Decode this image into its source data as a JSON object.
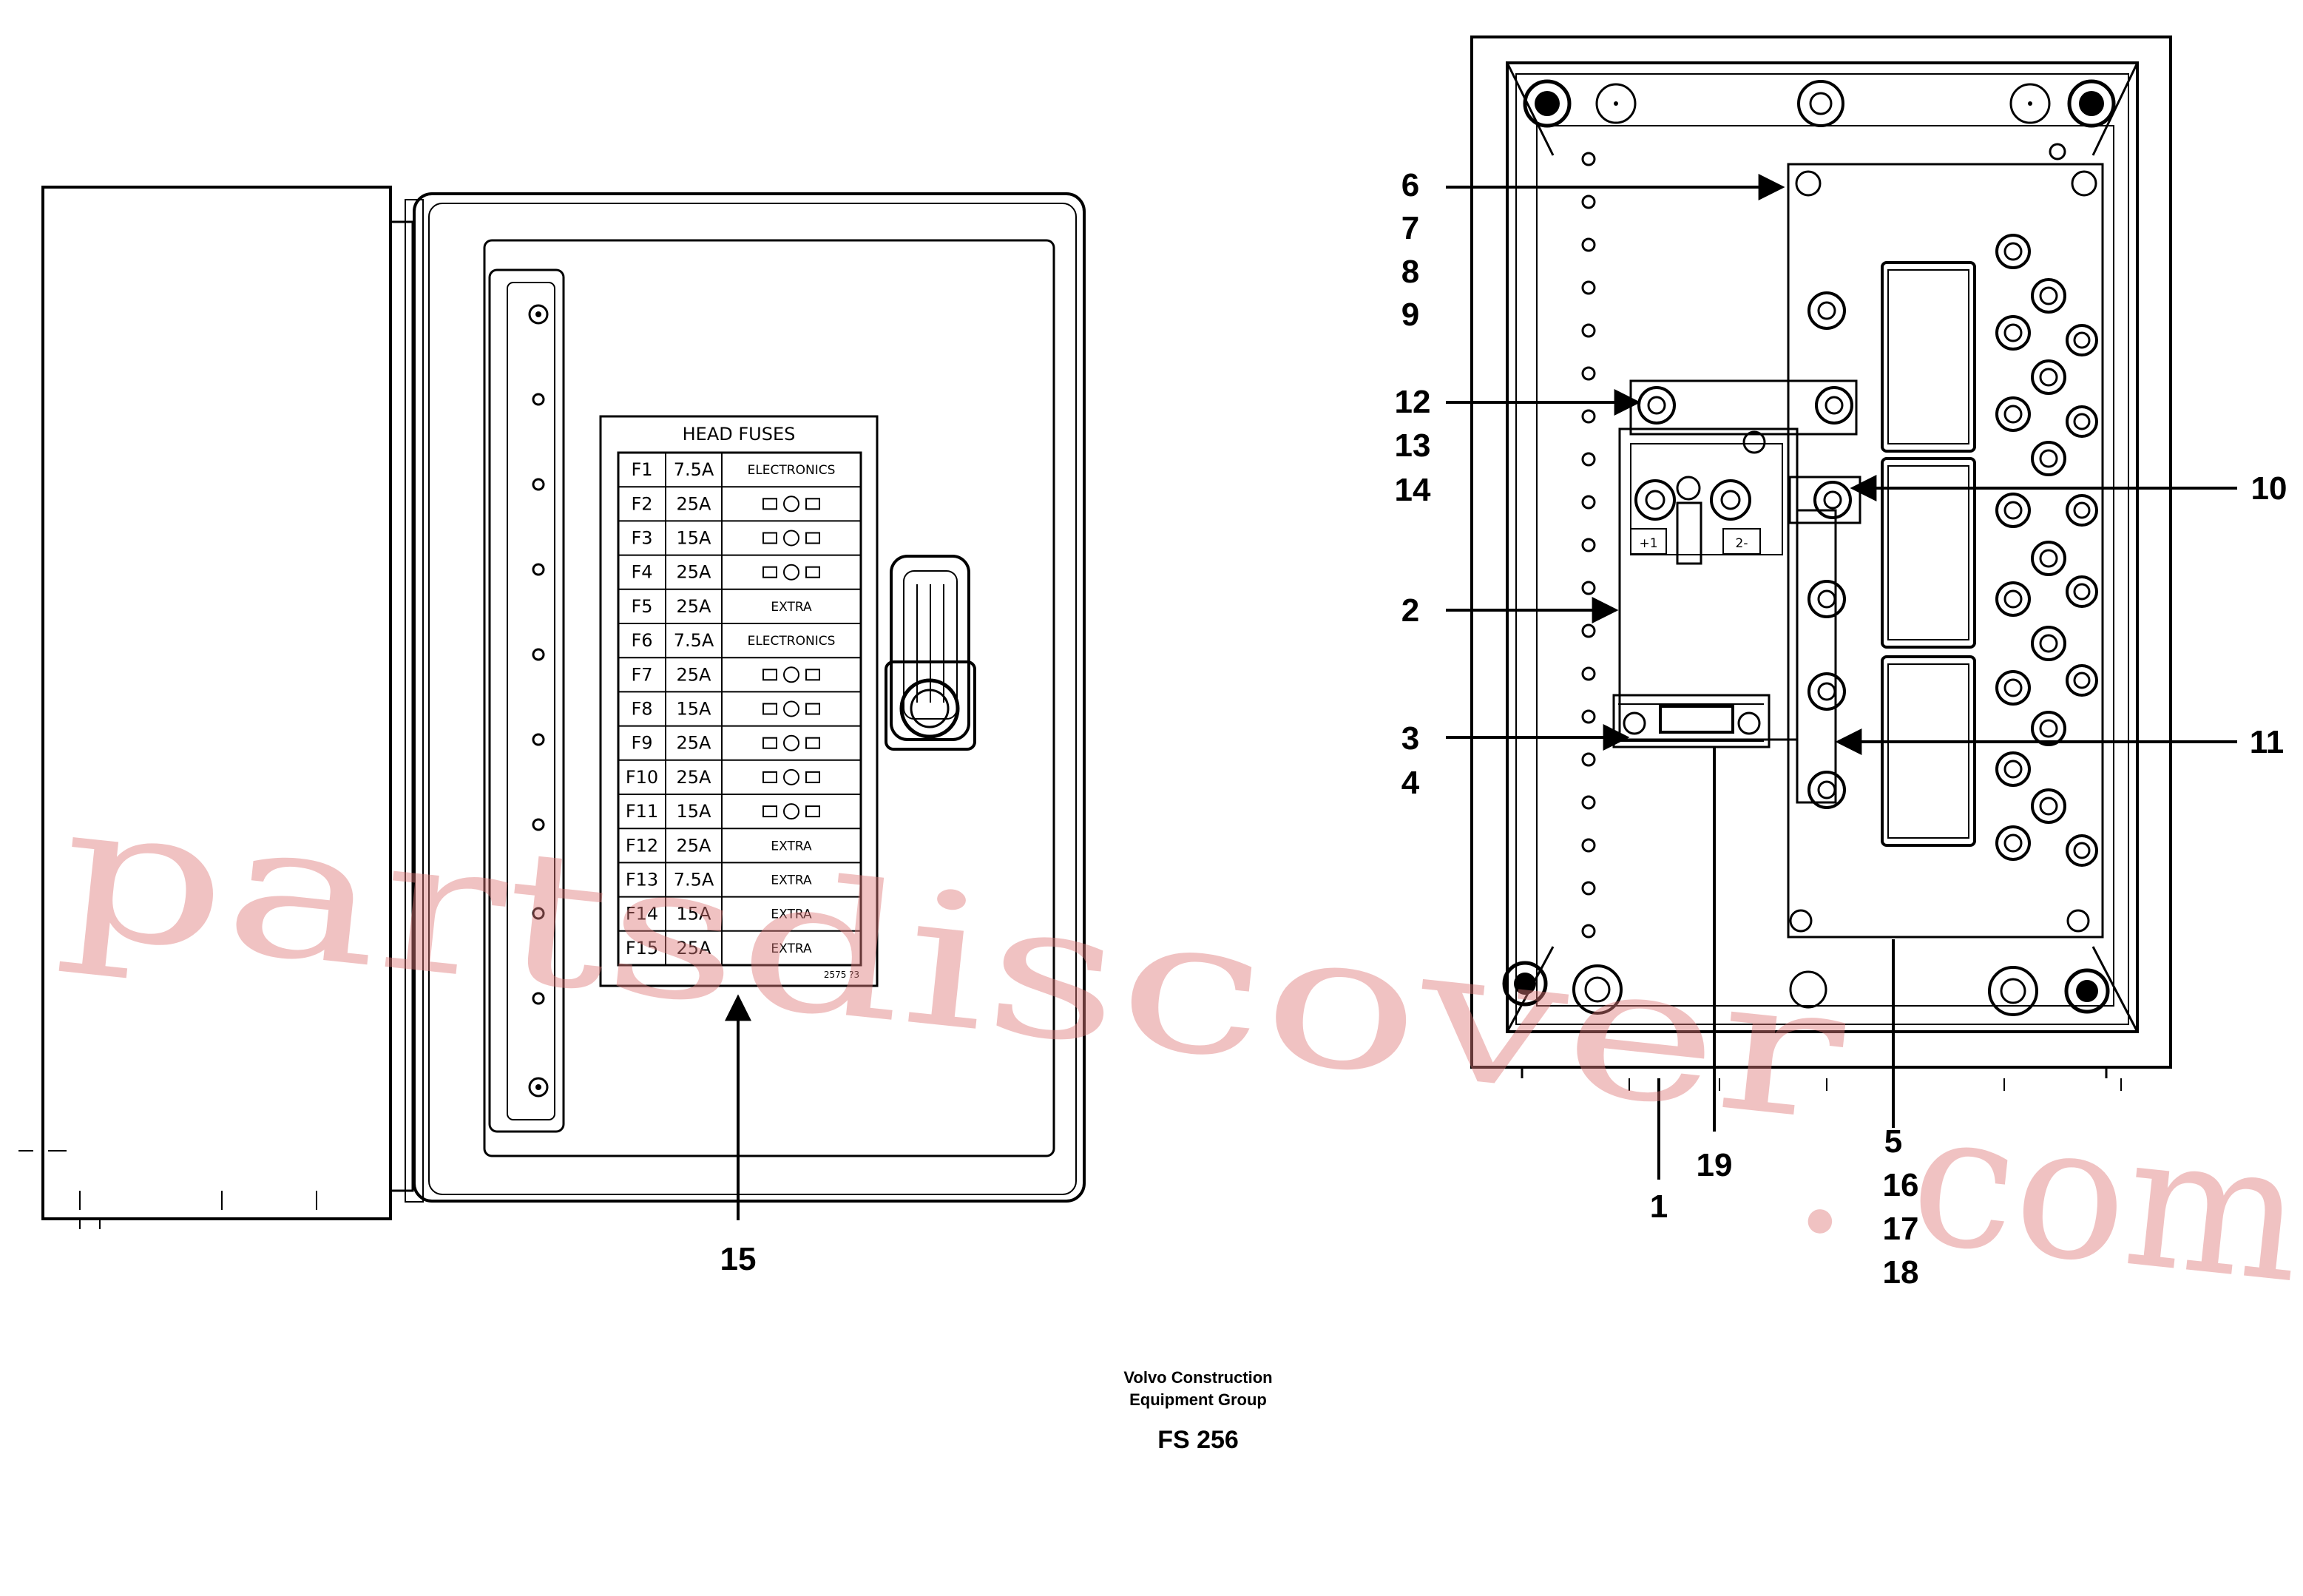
{
  "fuse_label": {
    "title": "HEAD FUSES",
    "code": "2575 ?3",
    "rows": [
      {
        "fuse": "F1",
        "amp": "7.5A",
        "desc": "ELECTRONICS"
      },
      {
        "fuse": "F2",
        "amp": "25A",
        "desc": ""
      },
      {
        "fuse": "F3",
        "amp": "15A",
        "desc": ""
      },
      {
        "fuse": "F4",
        "amp": "25A",
        "desc": ""
      },
      {
        "fuse": "F5",
        "amp": "25A",
        "desc": "EXTRA"
      },
      {
        "fuse": "F6",
        "amp": "7.5A",
        "desc": "ELECTRONICS"
      },
      {
        "fuse": "F7",
        "amp": "25A",
        "desc": ""
      },
      {
        "fuse": "F8",
        "amp": "15A",
        "desc": ""
      },
      {
        "fuse": "F9",
        "amp": "25A",
        "desc": ""
      },
      {
        "fuse": "F10",
        "amp": "25A",
        "desc": ""
      },
      {
        "fuse": "F11",
        "amp": "15A",
        "desc": ""
      },
      {
        "fuse": "F12",
        "amp": "25A",
        "desc": "EXTRA"
      },
      {
        "fuse": "F13",
        "amp": "7.5A",
        "desc": "EXTRA"
      },
      {
        "fuse": "F14",
        "amp": "15A",
        "desc": "EXTRA"
      },
      {
        "fuse": "F15",
        "amp": "25A",
        "desc": "EXTRA"
      }
    ]
  },
  "relay_terminals": {
    "plus": "+1",
    "minus": "2-"
  },
  "callouts": {
    "c1": "1",
    "c2": "2",
    "c3": "3",
    "c4": "4",
    "c5": "5",
    "c6": "6",
    "c7": "7",
    "c8": "8",
    "c9": "9",
    "c10": "10",
    "c11": "11",
    "c12": "12",
    "c13": "13",
    "c14": "14",
    "c15": "15",
    "c16": "16",
    "c17": "17",
    "c18": "18",
    "c19": "19"
  },
  "footer": {
    "company_line1": "Volvo Construction",
    "company_line2": "Equipment Group",
    "figure_code": "FS 256"
  },
  "watermark": {
    "line1": "partsdiscover",
    "line2": ". com"
  },
  "colors": {
    "line": "#000000",
    "watermark": "#e07a7a",
    "background": "#ffffff"
  }
}
